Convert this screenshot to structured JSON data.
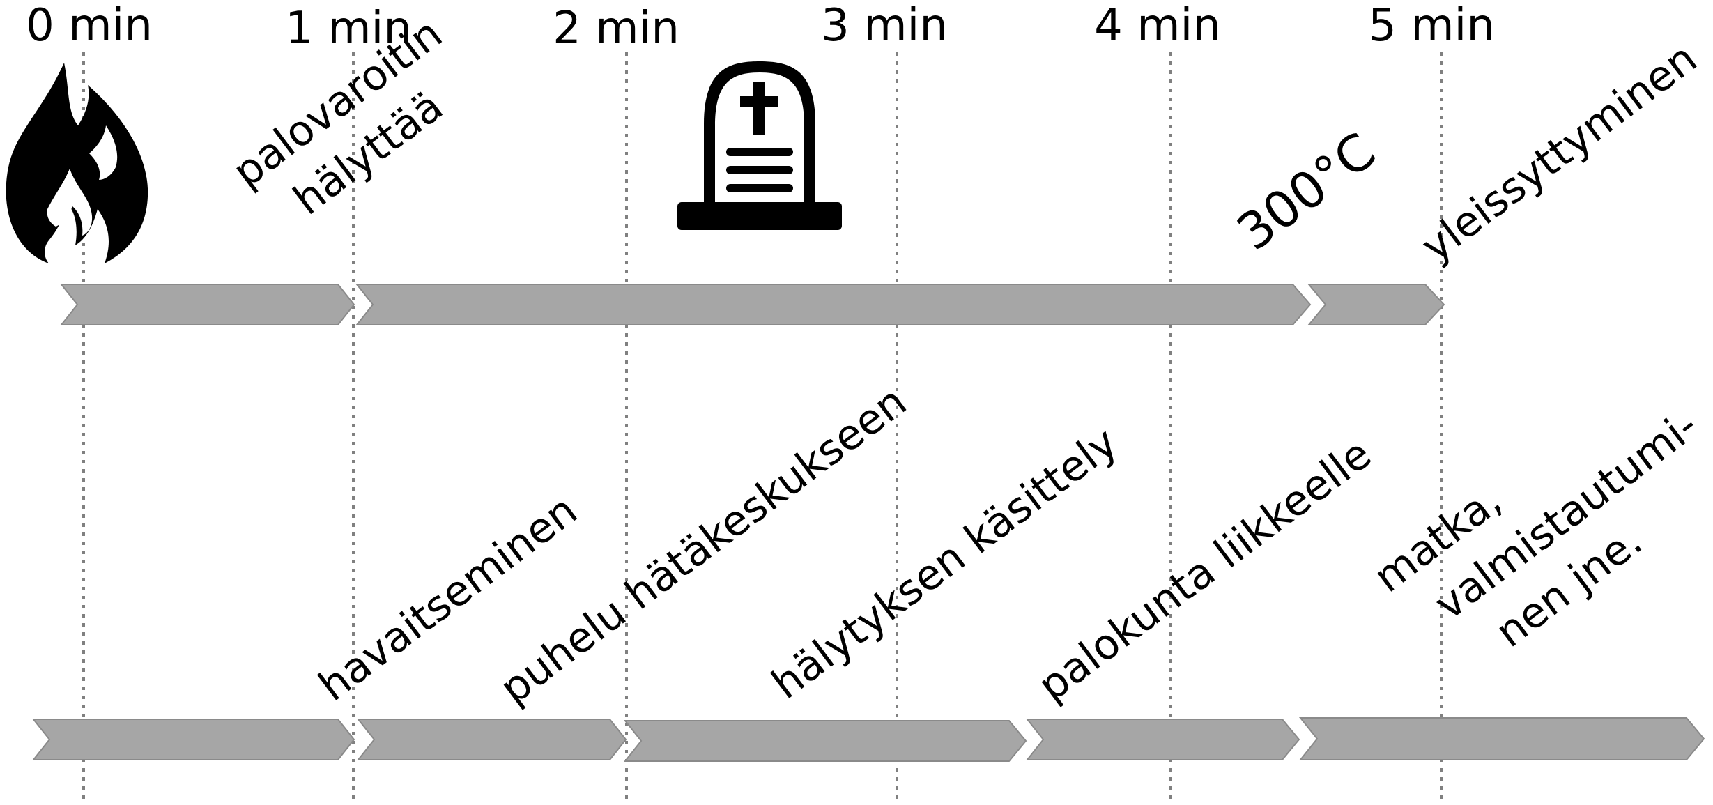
{
  "time_ticks": [
    "0 min",
    "1 min",
    "2 min",
    "3 min",
    "4 min",
    "5 min"
  ],
  "top_labels": {
    "alarm_line1": "palovaroitin",
    "alarm_line2": "hälyttää",
    "temperature": "300°C",
    "flashover": "yleissyttyminen"
  },
  "bottom_labels": {
    "detection": "havaitseminen",
    "call": "puhelu hätäkeskukseen",
    "alarm_handling": "hälytyksen käsittely",
    "departure": "palokunta liikkeelle",
    "travel_line1": "matka,",
    "travel_line2": "valmistautumi-",
    "travel_line3": "nen jne."
  },
  "icons": {
    "fire": "fire-icon",
    "death": "tombstone-icon"
  },
  "colors": {
    "arrow_fill": "#a6a6a6",
    "arrow_stroke": "#8a8a8a",
    "gridline": "#808080",
    "text": "#000000"
  }
}
